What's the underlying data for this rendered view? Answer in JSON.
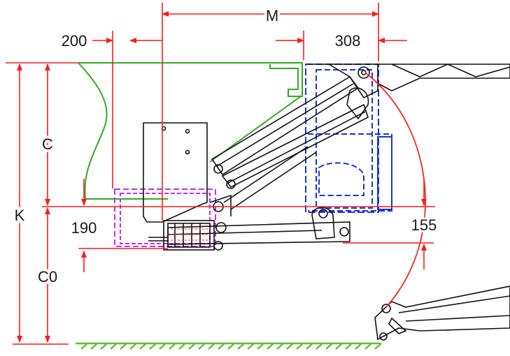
{
  "labels": {
    "M": "M",
    "dim_200": "200",
    "dim_308": "308",
    "C": "C",
    "K": "K",
    "dim_190": "190",
    "dim_155": "155",
    "CO": "C0"
  },
  "colors": {
    "dimension": "#ff1a1a",
    "machine": "#111111",
    "green_body": "#33aa22",
    "blue_part": "#1a33dd",
    "purple_part": "#bb33ee",
    "ground_hatch": "#66bb33",
    "swing_arc": "#ff2222"
  }
}
